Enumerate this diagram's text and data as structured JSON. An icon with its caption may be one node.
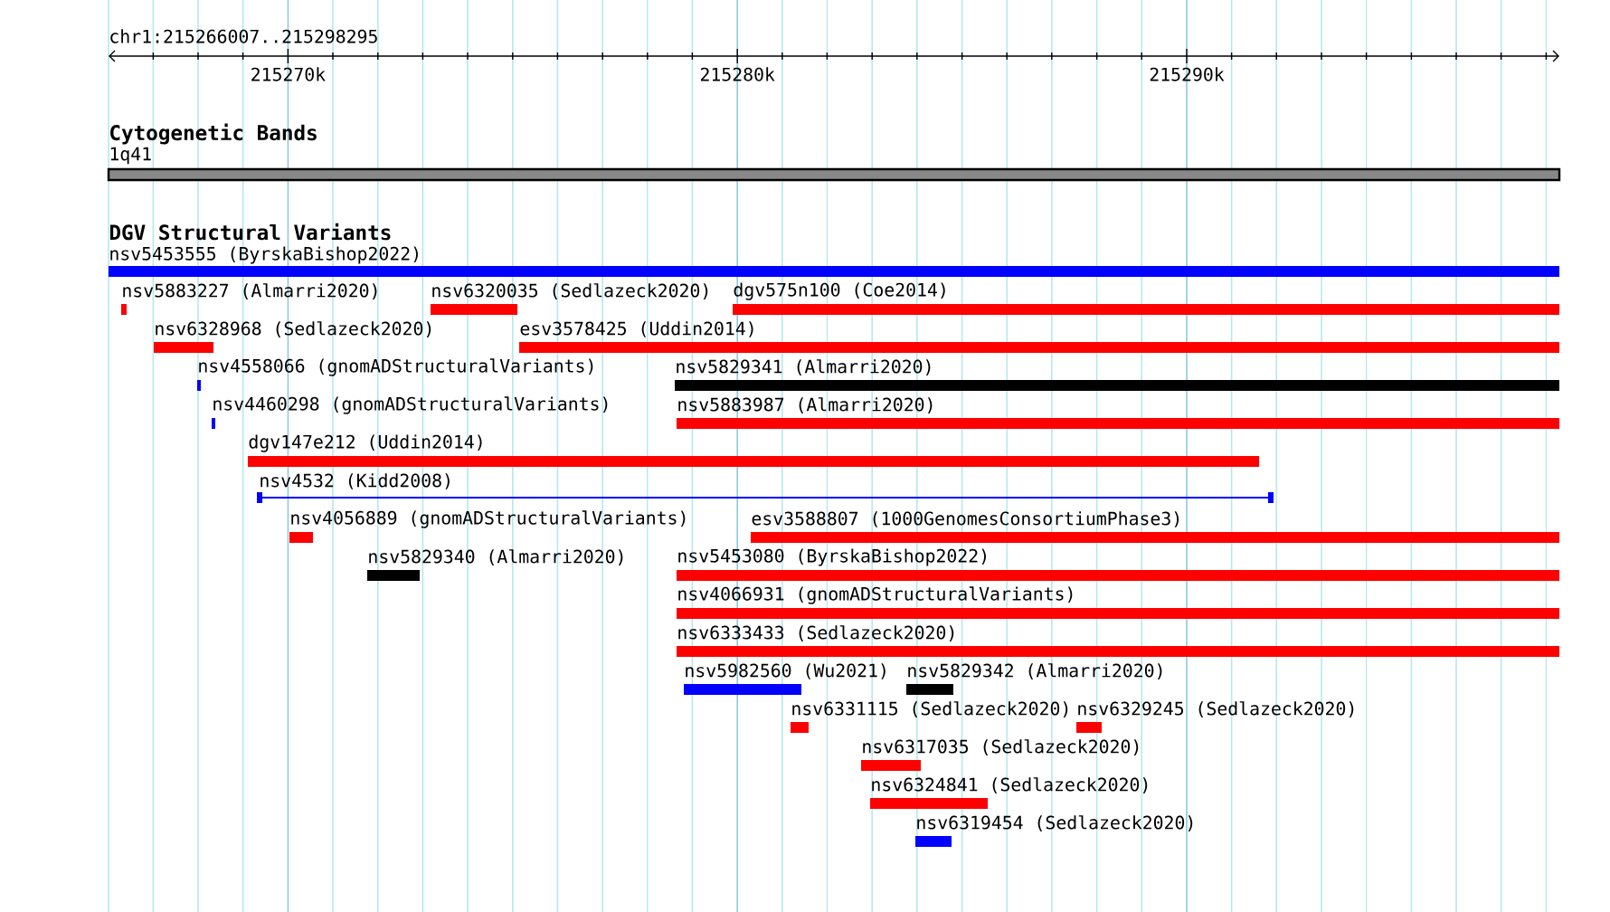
{
  "diagram": {
    "nodes": [
      {
        "text": [
          "1q41"
        ]
      },
      {
        "text": [
          "nsv5453555 (ByrskaBishop2022)"
        ]
      },
      {
        "text": [
          "nsv5883227 (Almarri2020)"
        ]
      },
      {
        "text": [
          "nsv6320035 (Sedlazeck2020)"
        ]
      },
      {
        "text": [
          "dgv575n100 (Coe2014)"
        ]
      },
      {
        "text": [
          "nsv6328968 (Sedlazeck2020)"
        ]
      },
      {
        "text": [
          "esv3578425 (Uddin2014)"
        ]
      },
      {
        "text": [
          "nsv4558066 (gnomADStructuralVariants)"
        ]
      },
      {
        "text": [
          "nsv5829341 (Almarri2020)"
        ]
      },
      {
        "text": [
          "nsv4460298 (gnomADStructuralVariants)"
        ]
      },
      {
        "text": [
          "nsv5883987 (Almarri2020)"
        ]
      },
      {
        "text": [
          "dgv147e212 (Uddin2014)"
        ]
      },
      {
        "text": [
          "nsv4532 (Kidd2008)"
        ]
      },
      {
        "text": [
          "nsv4056889 (gnomADStructuralVariants)"
        ]
      },
      {
        "text": [
          "esv3588807 (1000GenomesConsortiumPhase3)"
        ]
      },
      {
        "text": [
          "nsv5829340 (Almarri2020)"
        ]
      },
      {
        "text": [
          "nsv5453080 (ByrskaBishop2022)"
        ]
      },
      {
        "text": [
          "nsv4066931 (gnomADStructuralVariants)"
        ]
      },
      {
        "text": [
          "nsv6333433 (Sedlazeck2020)"
        ]
      },
      {
        "text": [
          "nsv5982560 (Wu2021)"
        ]
      },
      {
        "text": [
          "nsv5829342 (Almarri2020)"
        ]
      },
      {
        "text": [
          "nsv6331115 (Sedlazeck2020)"
        ]
      },
      {
        "text": [
          "nsv6329245 (Sedlazeck2020)"
        ]
      },
      {
        "text": [
          "nsv6317035 (Sedlazeck2020)"
        ]
      },
      {
        "text": [
          "nsv6324841 (Sedlazeck2020)"
        ]
      },
      {
        "text": [
          "nsv6319454 (Sedlazeck2020)"
        ]
      }
    ],
    "labels": [
      "chr1:215266007..215298295",
      "215270k",
      "215280k",
      "215290k",
      "Cytogenetic Bands",
      "DGV Structural Variants"
    ]
  }
}
